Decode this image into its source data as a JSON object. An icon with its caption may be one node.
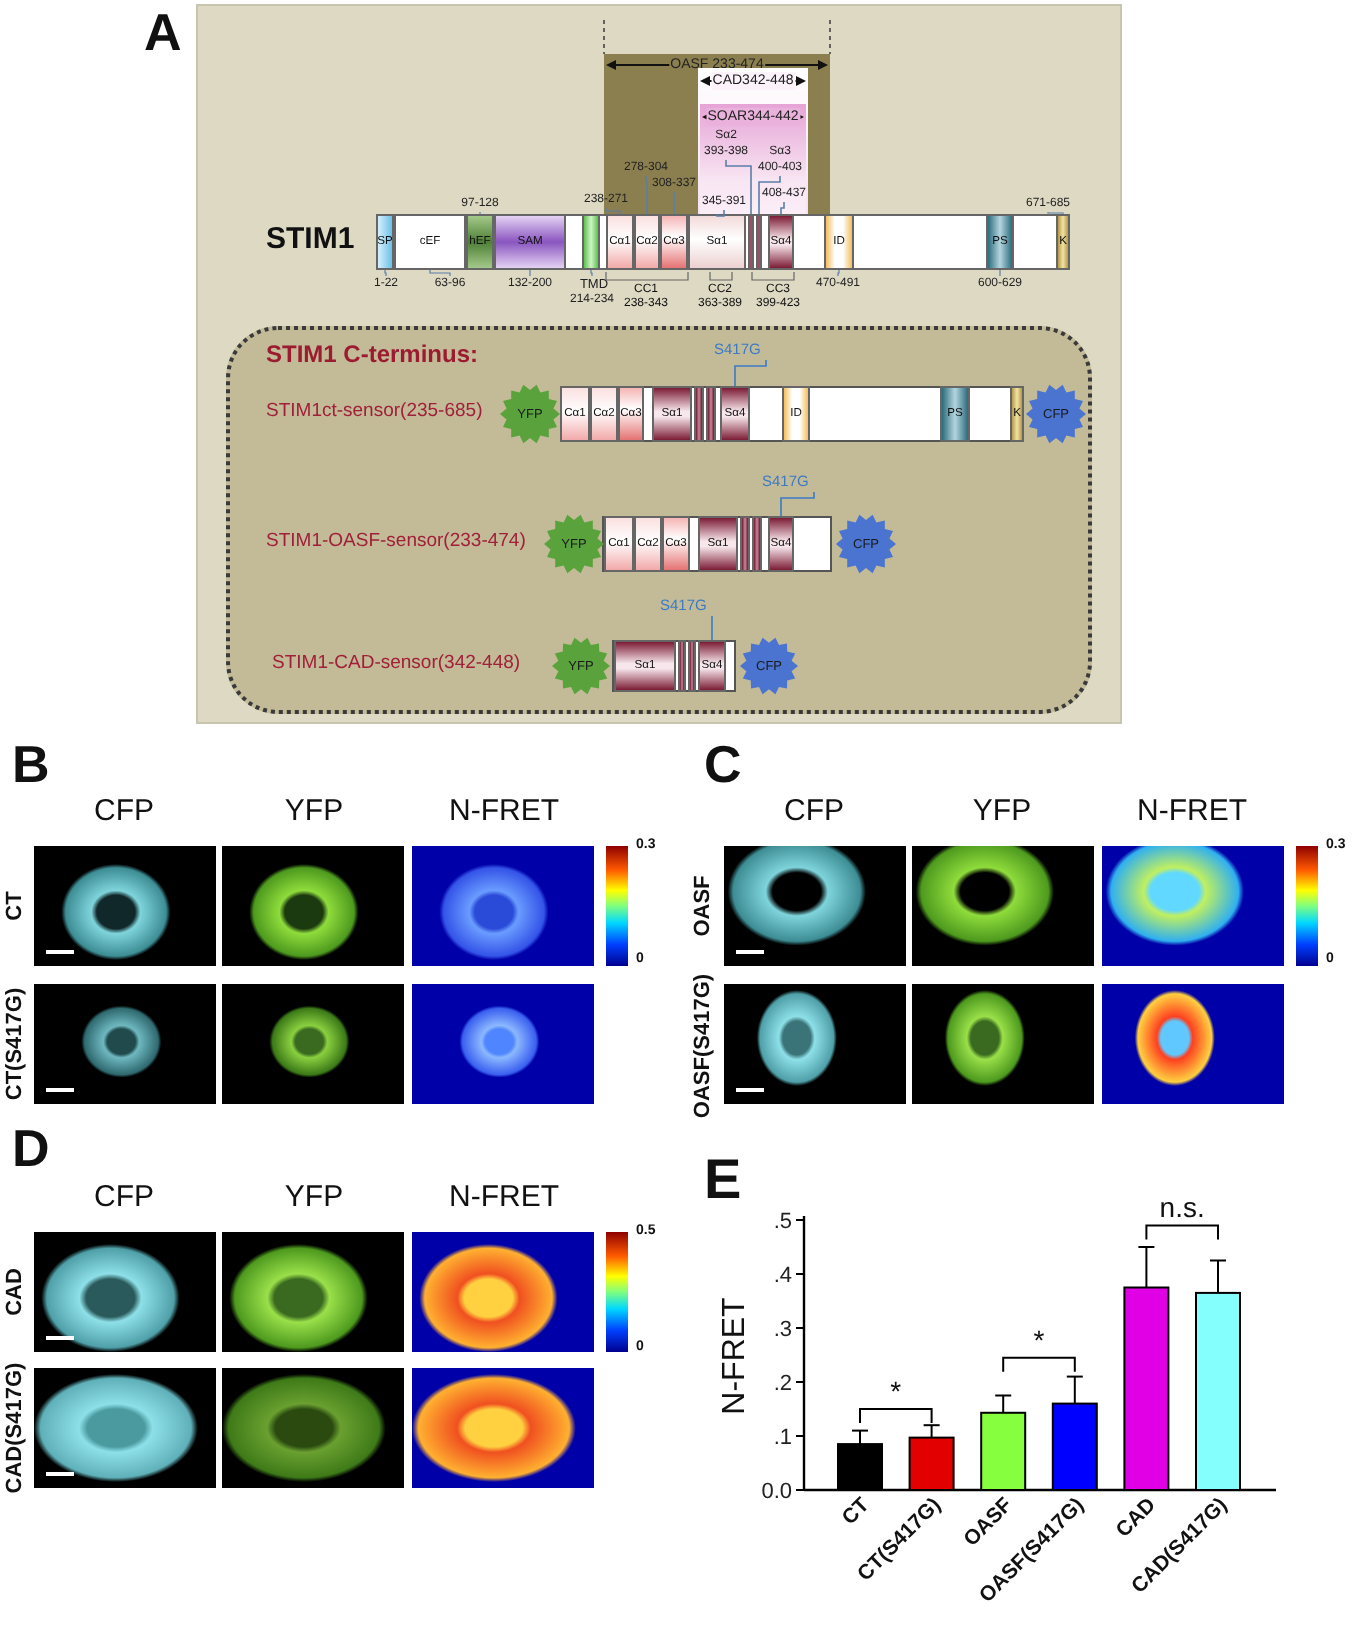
{
  "diagram": {
    "nodes": [
      {
        "text": [
          "OASF 233-474"
        ]
      },
      {
        "text": [
          "CAD342-448"
        ],
        "in": 0
      },
      {
        "text": [
          "SOAR344-442"
        ],
        "in": 1
      },
      {
        "text": [
          "STIM1"
        ]
      },
      {
        "text": [
          "SP"
        ],
        "in": 3,
        "beside": [
          "1-22"
        ]
      },
      {
        "text": [
          "cEF"
        ],
        "in": 3,
        "beside": [
          "63-96"
        ]
      },
      {
        "text": [
          "hEF"
        ],
        "in": 3,
        "beside": [
          "97-128"
        ]
      },
      {
        "text": [
          "SAM"
        ],
        "in": 3,
        "beside": [
          "132-200"
        ]
      },
      {
        "text": [
          "TMD"
        ],
        "in": 3,
        "beside": [
          "214-234"
        ]
      },
      {
        "text": [
          "Cα1"
        ],
        "in": 3,
        "beside": [
          "238-271"
        ]
      },
      {
        "text": [
          "Cα2"
        ],
        "in": 3
      },
      {
        "text": [
          "Cα3"
        ],
        "in": 3
      },
      {
        "text": [
          "Sα1"
        ],
        "in": 3
      },
      {
        "text": [],
        "shape": "box",
        "in": 3
      },
      {
        "text": [],
        "shape": "box",
        "in": 3
      },
      {
        "text": [
          "Sα4"
        ],
        "in": 3
      },
      {
        "text": [
          "ID"
        ],
        "in": 3,
        "beside": [
          "470-491"
        ]
      },
      {
        "text": [
          "PS"
        ],
        "in": 3,
        "beside": [
          "600-629"
        ]
      },
      {
        "text": [
          "K"
        ],
        "in": 3,
        "beside": [
          "671-685"
        ]
      },
      {
        "text": [
          "STIM1 C-terminus:"
        ]
      },
      {
        "text": [
          "S417G"
        ],
        "in": 19
      },
      {
        "text": [
          "YFP"
        ],
        "in": 19
      },
      {
        "text": [
          "Cα1"
        ],
        "in": 19
      },
      {
        "text": [
          "Cα2"
        ],
        "in": 19
      },
      {
        "text": [
          "Cα3"
        ],
        "in": 19
      },
      {
        "text": [
          "Sα1"
        ],
        "in": 19
      },
      {
        "text": [],
        "shape": "box",
        "in": 19
      },
      {
        "text": [],
        "shape": "box",
        "in": 19
      },
      {
        "text": [
          "Sα4"
        ],
        "in": 19
      },
      {
        "text": [
          "ID"
        ],
        "in": 19
      },
      {
        "text": [
          "PS"
        ],
        "in": 19
      },
      {
        "text": [
          "K"
        ],
        "in": 19
      },
      {
        "text": [
          "CFP"
        ],
        "in": 19
      },
      {
        "text": [
          "S417G"
        ],
        "in": 19
      },
      {
        "text": [
          "YFP"
        ],
        "in": 19
      },
      {
        "text": [
          "Cα1"
        ],
        "in": 19
      },
      {
        "text": [
          "Cα2"
        ],
        "in": 19
      },
      {
        "text": [
          "Cα3"
        ],
        "in": 19
      },
      {
        "text": [
          "Sα1"
        ],
        "in": 19
      },
      {
        "text": [],
        "shape": "box",
        "in": 19
      },
      {
        "text": [],
        "shape": "box",
        "in": 19
      },
      {
        "text": [
          "Sα4"
        ],
        "in": 19
      },
      {
        "text": [
          "CFP"
        ],
        "in": 19
      },
      {
        "text": [
          "S417G"
        ],
        "in": 19
      },
      {
        "text": [
          "YFP"
        ],
        "in": 19
      },
      {
        "text": [
          "Sα1"
        ],
        "in": 19
      },
      {
        "text": [],
        "shape": "box",
        "in": 19
      },
      {
        "text": [],
        "shape": "box",
        "in": 19
      },
      {
        "text": [
          "Sα4"
        ],
        "in": 19
      },
      {
        "text": [
          "CFP"
        ],
        "in": 19
      },
      {
        "text": [
          "278-304"
        ],
        "in": 0
      },
      {
        "text": [
          "308-337"
        ],
        "in": 0
      },
      {
        "text": [
          "345-391"
        ],
        "in": 2
      },
      {
        "text": [
          "Sα2",
          "393-398"
        ],
        "in": 2
      },
      {
        "text": [
          "Sα3",
          "400-403"
        ],
        "in": 2
      },
      {
        "text": [
          "408-437"
        ],
        "in": 2
      }
    ],
    "edges": [
      {
        "from": 20,
        "to": 28,
        "arrow": "none",
        "color": "#3b7bc6"
      },
      {
        "from": 33,
        "to": 41,
        "arrow": "none",
        "color": "#3b7bc6"
      },
      {
        "from": 43,
        "to": 48,
        "arrow": "none",
        "color": "#3b7bc6"
      },
      {
        "from": 50,
        "to": 10,
        "arrow": "none"
      },
      {
        "from": 51,
        "to": 11,
        "arrow": "none"
      },
      {
        "from": 52,
        "to": 12,
        "arrow": "none"
      },
      {
        "from": 53,
        "to": 13,
        "arrow": "none"
      },
      {
        "from": 54,
        "to": 14,
        "arrow": "none"
      },
      {
        "from": 55,
        "to": 15,
        "arrow": "none"
      }
    ],
    "labels": [
      "A",
      "CC1 238-343",
      "CC2 363-389",
      "CC3 399-423",
      "STIM1ct-sensor(235-685)",
      "STIM1-OASF-sensor(233-474)",
      "STIM1-CAD-sensor(342-448)",
      "B",
      "CFP",
      "YFP",
      "N-FRET",
      "0.3",
      "0",
      "CT",
      "CT(S417G)",
      "C",
      "CFP",
      "YFP",
      "N-FRET",
      "0.3",
      "0",
      "OASF",
      "OASF(S417G)",
      "D",
      "CFP",
      "YFP",
      "N-FRET",
      "0.5",
      "0",
      "CAD",
      "CAD(S417G)",
      "E"
    ],
    "chart_data": {
      "type": "bar",
      "ylabel": "N-FRET",
      "categories": [
        "CT",
        "CT(S417G)",
        "OASF",
        "OASF(S417G)",
        "CAD",
        "CAD(S417G)"
      ],
      "series": [
        {
          "values": [
            0.085,
            0.097,
            0.143,
            0.16,
            0.375,
            0.365
          ]
        }
      ],
      "ylim": [
        0,
        0.5
      ],
      "yticks": [
        {
          "value": 0,
          "label": "0.0"
        },
        {
          "value": 0.1,
          "label": ".1"
        },
        {
          "value": 0.2,
          "label": ".2"
        },
        {
          "value": 0.3,
          "label": ".3"
        },
        {
          "value": 0.4,
          "label": ".4"
        },
        {
          "value": 0.5,
          "label": ".5"
        }
      ],
      "annotations": [
        "*",
        "*",
        "n.s."
      ]
    }
  }
}
